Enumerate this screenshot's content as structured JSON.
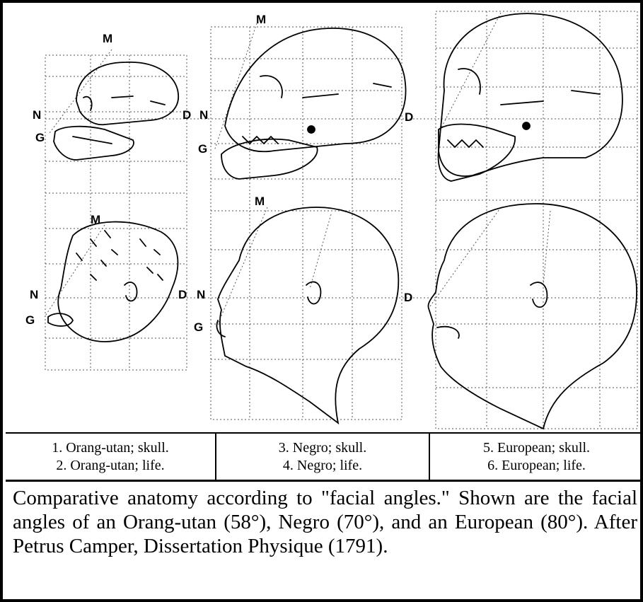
{
  "figure": {
    "landmarks": {
      "M": "M",
      "N": "N",
      "D": "D",
      "G": "G"
    }
  },
  "captions": [
    {
      "skull": "1. Orang-utan; skull.",
      "life": "2. Orang-utan; life."
    },
    {
      "skull": "3. Negro; skull.",
      "life": "4. Negro; life."
    },
    {
      "skull": "5. European; skull.",
      "life": "6. European; life."
    }
  ],
  "description": "Comparative anatomy according to \"facial angles.\" Shown are the facial angles of an Orang-utan (58°), Negro (70°), and an European (80°). After Petrus Camper, Dissertation Physique (1791)."
}
